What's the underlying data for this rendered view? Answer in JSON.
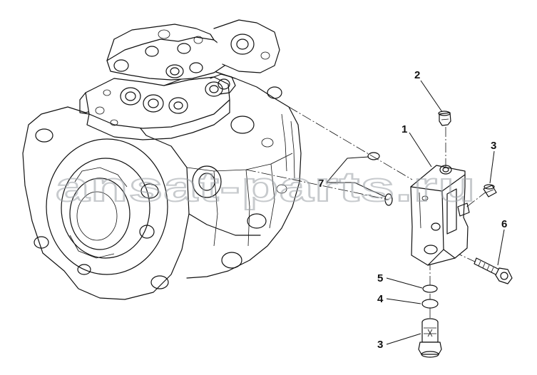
{
  "watermark": "ansat-parts.ru",
  "callouts": [
    {
      "id": "c1",
      "label": "1"
    },
    {
      "id": "c2",
      "label": "2"
    },
    {
      "id": "c3a",
      "label": "3"
    },
    {
      "id": "c6",
      "label": "6"
    },
    {
      "id": "c7",
      "label": "7"
    },
    {
      "id": "c5",
      "label": "5"
    },
    {
      "id": "c4",
      "label": "4"
    },
    {
      "id": "c3b",
      "label": "3"
    }
  ]
}
